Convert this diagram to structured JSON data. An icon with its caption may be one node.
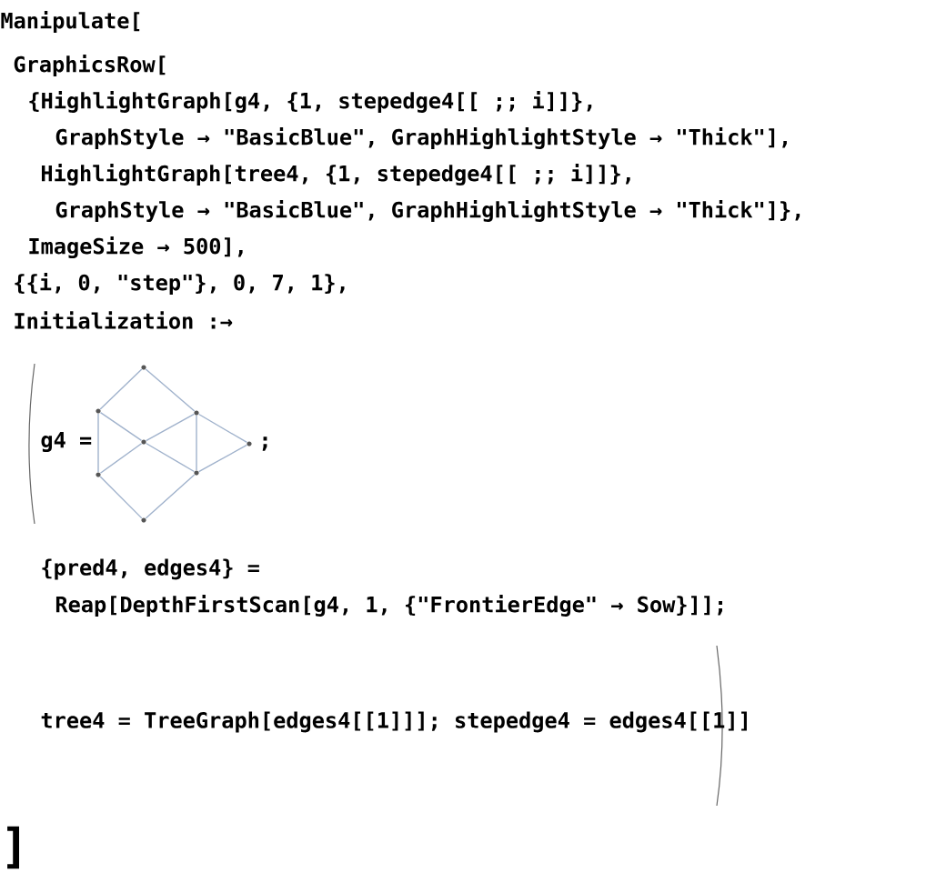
{
  "diagram": {
    "nodes": [
      {
        "text": [],
        "shape": "circle"
      },
      {
        "text": [],
        "shape": "circle"
      },
      {
        "text": [],
        "shape": "circle"
      },
      {
        "text": [],
        "shape": "circle"
      },
      {
        "text": [],
        "shape": "circle"
      },
      {
        "text": [],
        "shape": "circle"
      },
      {
        "text": [],
        "shape": "circle"
      },
      {
        "text": [],
        "shape": "circle"
      }
    ],
    "edges": [
      {
        "from": 0,
        "to": 1,
        "arrow": "none"
      },
      {
        "from": 0,
        "to": 2,
        "arrow": "none"
      },
      {
        "from": 1,
        "to": 6,
        "arrow": "none"
      },
      {
        "from": 1,
        "to": 3,
        "arrow": "none"
      },
      {
        "from": 3,
        "to": 2,
        "arrow": "none"
      },
      {
        "from": 6,
        "to": 3,
        "arrow": "none"
      },
      {
        "from": 3,
        "to": 5,
        "arrow": "none"
      },
      {
        "from": 2,
        "to": 5,
        "arrow": "none"
      },
      {
        "from": 2,
        "to": 4,
        "arrow": "none"
      },
      {
        "from": 5,
        "to": 4,
        "arrow": "none"
      },
      {
        "from": 6,
        "to": 7,
        "arrow": "none"
      },
      {
        "from": 5,
        "to": 7,
        "arrow": "none"
      }
    ],
    "labels": [
      "Manipulate[",
      "GraphicsRow[",
      "{HighlightGraph[g4, {1, stepedge4[[ ;; i]]},",
      "GraphStyle → \"BasicBlue\", GraphHighlightStyle → \"Thick\"],",
      "HighlightGraph[tree4, {1, stepedge4[[ ;; i]]},",
      "GraphStyle → \"BasicBlue\", GraphHighlightStyle → \"Thick\"]},",
      "ImageSize → 500],",
      "{{i, 0, \"step\"}, 0, 7, 1},",
      "Initialization :→",
      "g4 =",
      ";",
      "{pred4, edges4} =",
      "Reap[DepthFirstScan[g4, 1, {\"FrontierEdge\" → Sow}]];",
      "tree4 = TreeGraph[edges4[[1]]]; stepedge4 = edges4[[1]]",
      "]"
    ]
  }
}
